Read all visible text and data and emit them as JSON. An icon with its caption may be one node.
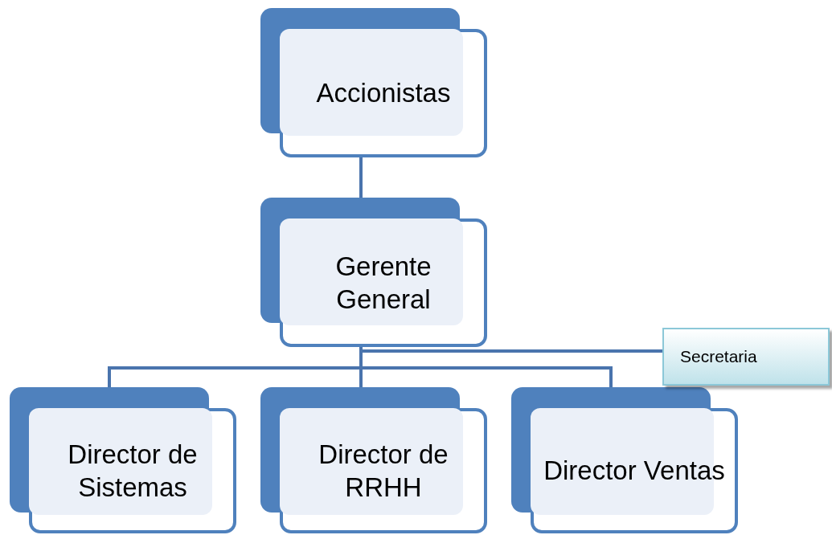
{
  "diagram": {
    "nodes": [
      {
        "text": [
          "Accionistas"
        ]
      },
      {
        "text": [
          "Gerente General"
        ]
      },
      {
        "text": [
          "Director de Sistemas"
        ]
      },
      {
        "text": [
          "Director de RRHH"
        ]
      },
      {
        "text": [
          "Director Ventas"
        ]
      },
      {
        "text": [
          "Secretaria"
        ]
      }
    ],
    "edges": [
      {
        "from": 0,
        "to": 1,
        "arrow": "none"
      },
      {
        "from": 1,
        "to": 2,
        "arrow": "none"
      },
      {
        "from": 1,
        "to": 3,
        "arrow": "none"
      },
      {
        "from": 1,
        "to": 4,
        "arrow": "none"
      },
      {
        "from": 1,
        "to": 5,
        "arrow": "none"
      }
    ]
  }
}
